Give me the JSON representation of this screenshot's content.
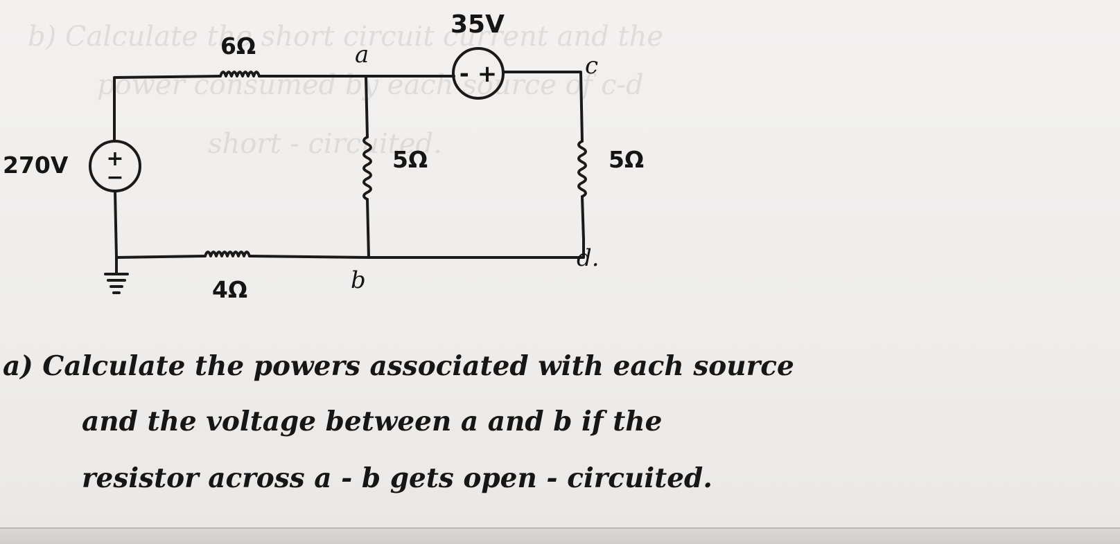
{
  "circuit": {
    "source_left": {
      "label": "270V",
      "plus": "+",
      "minus": "−"
    },
    "source_top": {
      "label": "35V",
      "signs": "- +"
    },
    "resistors": {
      "top_left": "6Ω",
      "bottom_left": "4Ω",
      "middle": "5Ω",
      "right": "5Ω"
    },
    "nodes": {
      "a": "a",
      "b": "b",
      "c": "c",
      "d": "d."
    }
  },
  "question": {
    "line1": "a) Calculate the powers associated with each source",
    "line2": "and the voltage between a and b if the",
    "line3": "resistor across a - b gets open - circuited."
  }
}
